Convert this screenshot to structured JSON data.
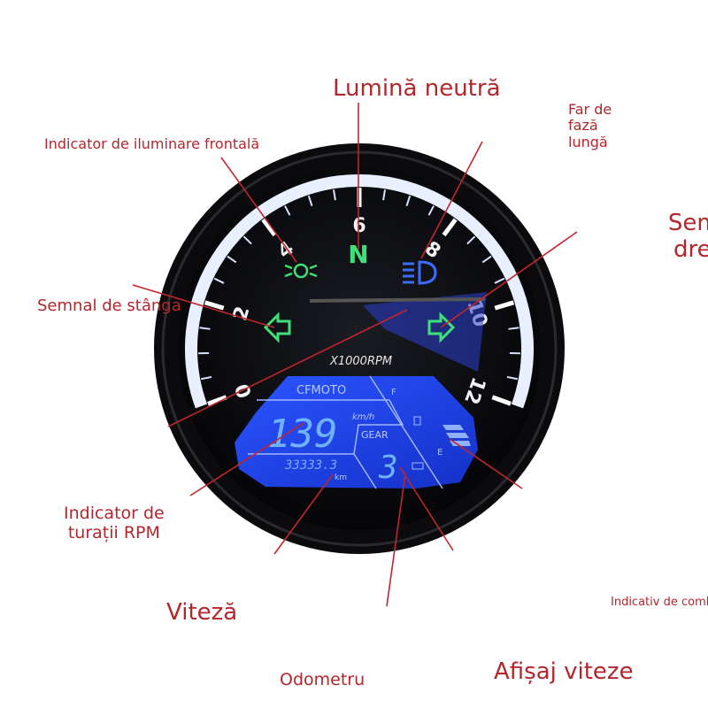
{
  "labels": {
    "neutral_light": "Lumină neutră",
    "headlight_indicator": "Indicator de iluminare frontală",
    "high_beam": [
      "Far de",
      "fază",
      "lungă"
    ],
    "right_signal": [
      "Semnal",
      "dreapta"
    ],
    "left_signal": "Semnal de stânga",
    "rpm_indicator": [
      "Indicator de",
      "turații RPM"
    ],
    "speed": "Viteză",
    "odometer": "Odometru",
    "gear_display": "Afișaj viteze",
    "fuel_indicator": "Indicativ de combustibil"
  },
  "gauge": {
    "tick_labels": [
      "0",
      "2",
      "4",
      "6",
      "8",
      "10",
      "12"
    ],
    "unit_label": "X1000RPM",
    "neutral_symbol": "N",
    "lcd": {
      "brand": "CFMOTO",
      "speed": "139",
      "speed_unit": "km/h",
      "odometer": "33333.3",
      "odometer_unit": "km",
      "gear_label": "GEAR",
      "gear": "3",
      "fuel_full": "F",
      "fuel_empty": "E"
    }
  },
  "colors": {
    "annotation": "#b3262c",
    "lcd_blue": "#1d3fe0",
    "indicator_green": "#3fe07a",
    "high_beam_blue": "#3a6cff"
  }
}
